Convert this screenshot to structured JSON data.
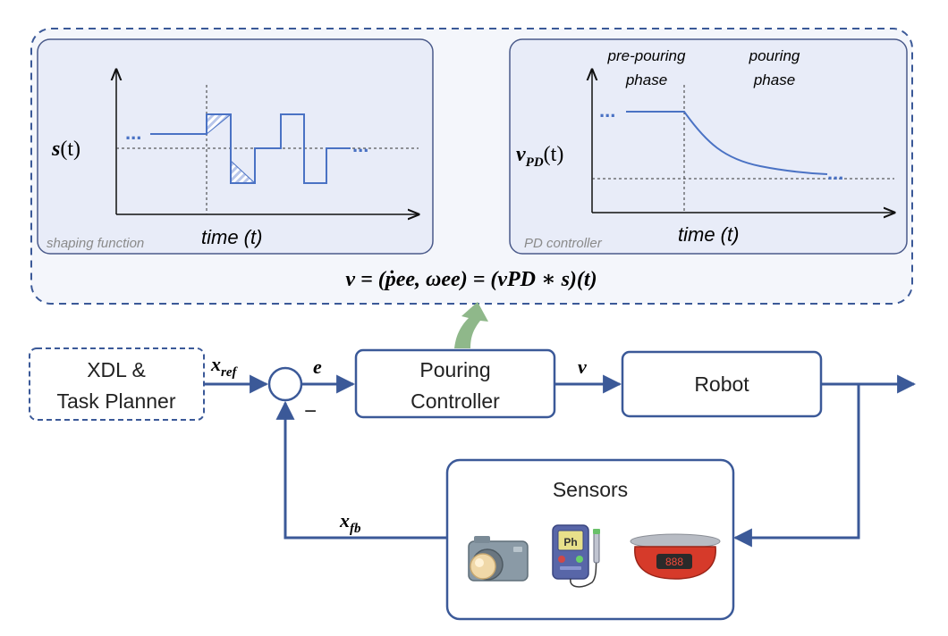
{
  "controller_detail": {
    "shaping_panel": {
      "y_label_symbol": "s",
      "y_label_arg": "(t)",
      "x_label": "time (t)",
      "caption": "shaping function",
      "dots": "..."
    },
    "pd_panel": {
      "y_label_symbol": "v",
      "y_label_sub": "PD",
      "y_label_arg": "(t)",
      "x_label": "time (t)",
      "caption": "PD controller",
      "phase_pre_line1": "pre-pouring",
      "phase_pre_line2": "phase",
      "phase_post_line1": "pouring",
      "phase_post_line2": "phase",
      "dots": "..."
    },
    "equation": "v = (ṗee, ωee) = (vPD ∗ s)(t)"
  },
  "blocks": {
    "planner_line1": "XDL &",
    "planner_line2": "Task Planner",
    "controller_line1": "Pouring",
    "controller_line2": "Controller",
    "robot": "Robot",
    "sensors": "Sensors"
  },
  "signals": {
    "x_ref_symbol": "x",
    "x_ref_sub": "ref",
    "error": "e",
    "minus": "−",
    "velocity": "v",
    "x_fb_symbol": "x",
    "x_fb_sub": "fb"
  },
  "sensor_icons": [
    "camera-icon",
    "ph-meter-icon",
    "weighing-scale-icon"
  ],
  "scale_display": "888",
  "ph_label": "Ph",
  "colors": {
    "line": "#3b5998",
    "panel_fill": "#e8ecf8",
    "panel_stroke": "#4a5a8a",
    "signal_blue": "#4a72c4",
    "arrow_green": "#8fb88a",
    "caption_gray": "#8a8a8a",
    "scale_red": "#d63a2a"
  }
}
